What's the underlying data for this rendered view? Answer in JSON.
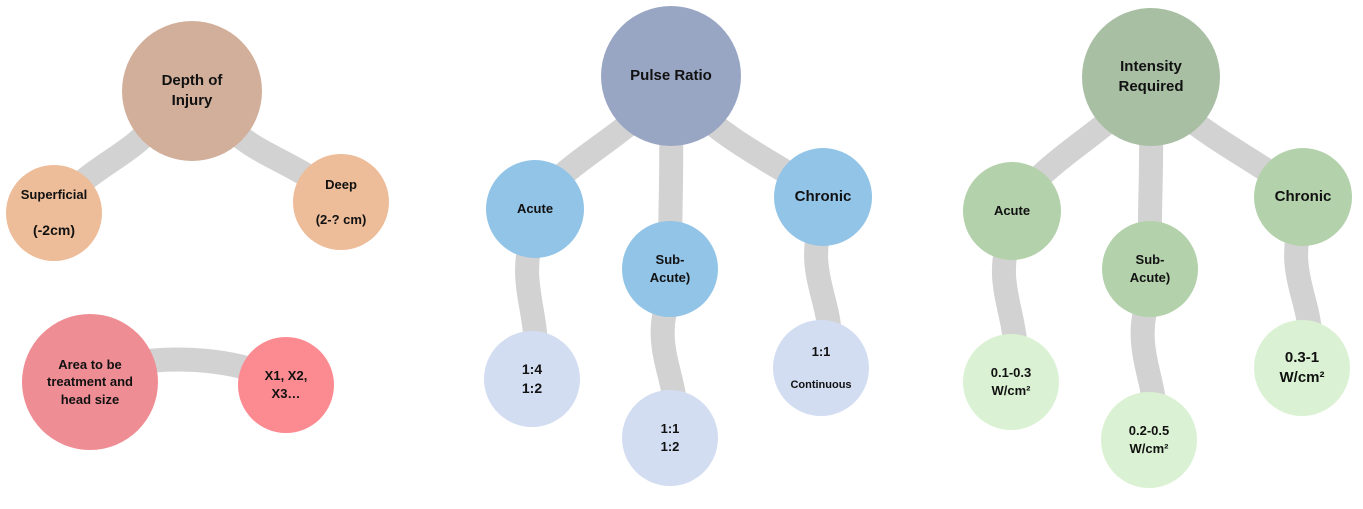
{
  "colors": {
    "connector": "#d3d2d2",
    "depth_root": "#d2af9a",
    "depth_child": "#edbc98",
    "area_root": "#ef8d94",
    "area_child": "#fb8b91",
    "pulse_root": "#99a6c3",
    "pulse_mid": "#92c4e7",
    "pulse_leaf": "#d3ddf2",
    "intensity_root": "#a8bfa4",
    "intensity_mid": "#b3d1ab",
    "intensity_leaf": "#daf2d3"
  },
  "depth": {
    "root": "Depth of\nInjury",
    "superficial_line1": "Superficial",
    "superficial_line2": "(-2cm)",
    "deep_line1": "Deep",
    "deep_line2": "(2-? cm)"
  },
  "area": {
    "root": "Area to be\ntreatment and\nhead size",
    "multiplier": "X1, X2,\nX3…"
  },
  "pulse": {
    "root": "Pulse Ratio",
    "acute": "Acute",
    "subacute": "Sub-\nAcute)",
    "chronic": "Chronic",
    "acute_ratio": "1:4\n1:2",
    "subacute_ratio": "1:1\n1:2",
    "chronic_ratio": "1:1",
    "chronic_mode": "Continuous"
  },
  "intensity": {
    "root": "Intensity\nRequired",
    "acute": "Acute",
    "subacute": "Sub-\nAcute)",
    "chronic": "Chronic",
    "acute_value": "0.1-0.3\nW/cm²",
    "subacute_value": "0.2-0.5\nW/cm²",
    "chronic_value": "0.3-1\nW/cm²"
  }
}
